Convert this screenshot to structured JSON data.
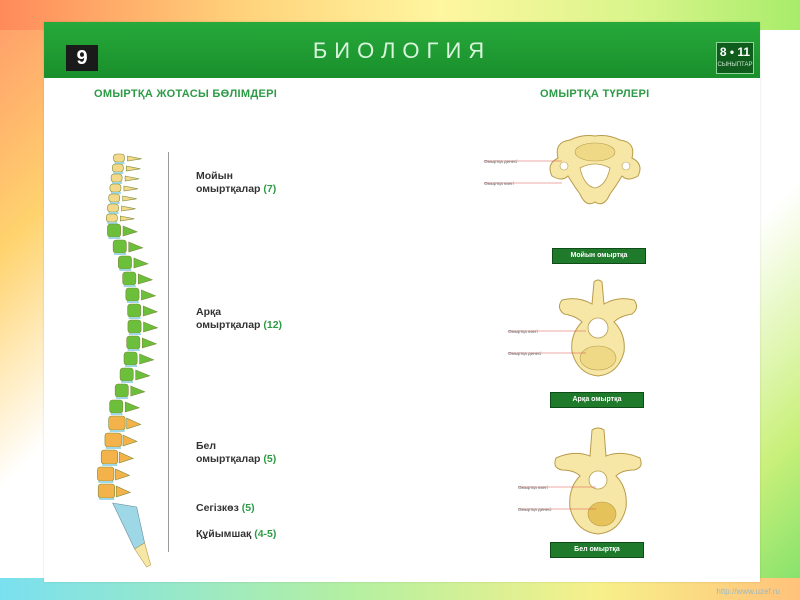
{
  "header": {
    "grade": "9",
    "title": "БИОЛОГИЯ",
    "grade_range": "8 • 11",
    "grade_range_sub": "СЫНЫПТАР"
  },
  "left_section": {
    "title": "ОМЫРТҚА ЖОТАСЫ БӨЛІМДЕРІ",
    "regions": [
      {
        "name": "Мойын",
        "name2": "омыртқалар",
        "count": "(7)"
      },
      {
        "name": "Арқа",
        "name2": "омыртқалар",
        "count": "(12)"
      },
      {
        "name": "Бел",
        "name2": "омыртқалар",
        "count": "(5)"
      },
      {
        "name": "Сегізкөз",
        "name2": "",
        "count": "(5)"
      },
      {
        "name": "Құйымшақ",
        "name2": "",
        "count": "(4-5)"
      }
    ]
  },
  "right_section": {
    "title": "ОМЫРТҚА ТҮРЛЕРІ",
    "vertebrae": [
      {
        "caption": "Мойын омыртқа",
        "ann1": "Омыртқа денесі",
        "ann2": "Омыртқа өзегі"
      },
      {
        "caption": "Арқа омыртқа",
        "ann1": "Омыртқа өзегі",
        "ann2": "Омыртқа денесі"
      },
      {
        "caption": "Бел омыртқа",
        "ann1": "Омыртқа өзегі",
        "ann2": "Омыртқа денесі"
      }
    ]
  },
  "colors": {
    "header_green": "#1f9a33",
    "cervical": "#f4d98a",
    "thoracic": "#6cbf3a",
    "lumbar": "#f3b24a",
    "disc": "#9ed7e6",
    "bone": "#f6e7a6"
  },
  "watermark": "http://www.uzef.ru"
}
